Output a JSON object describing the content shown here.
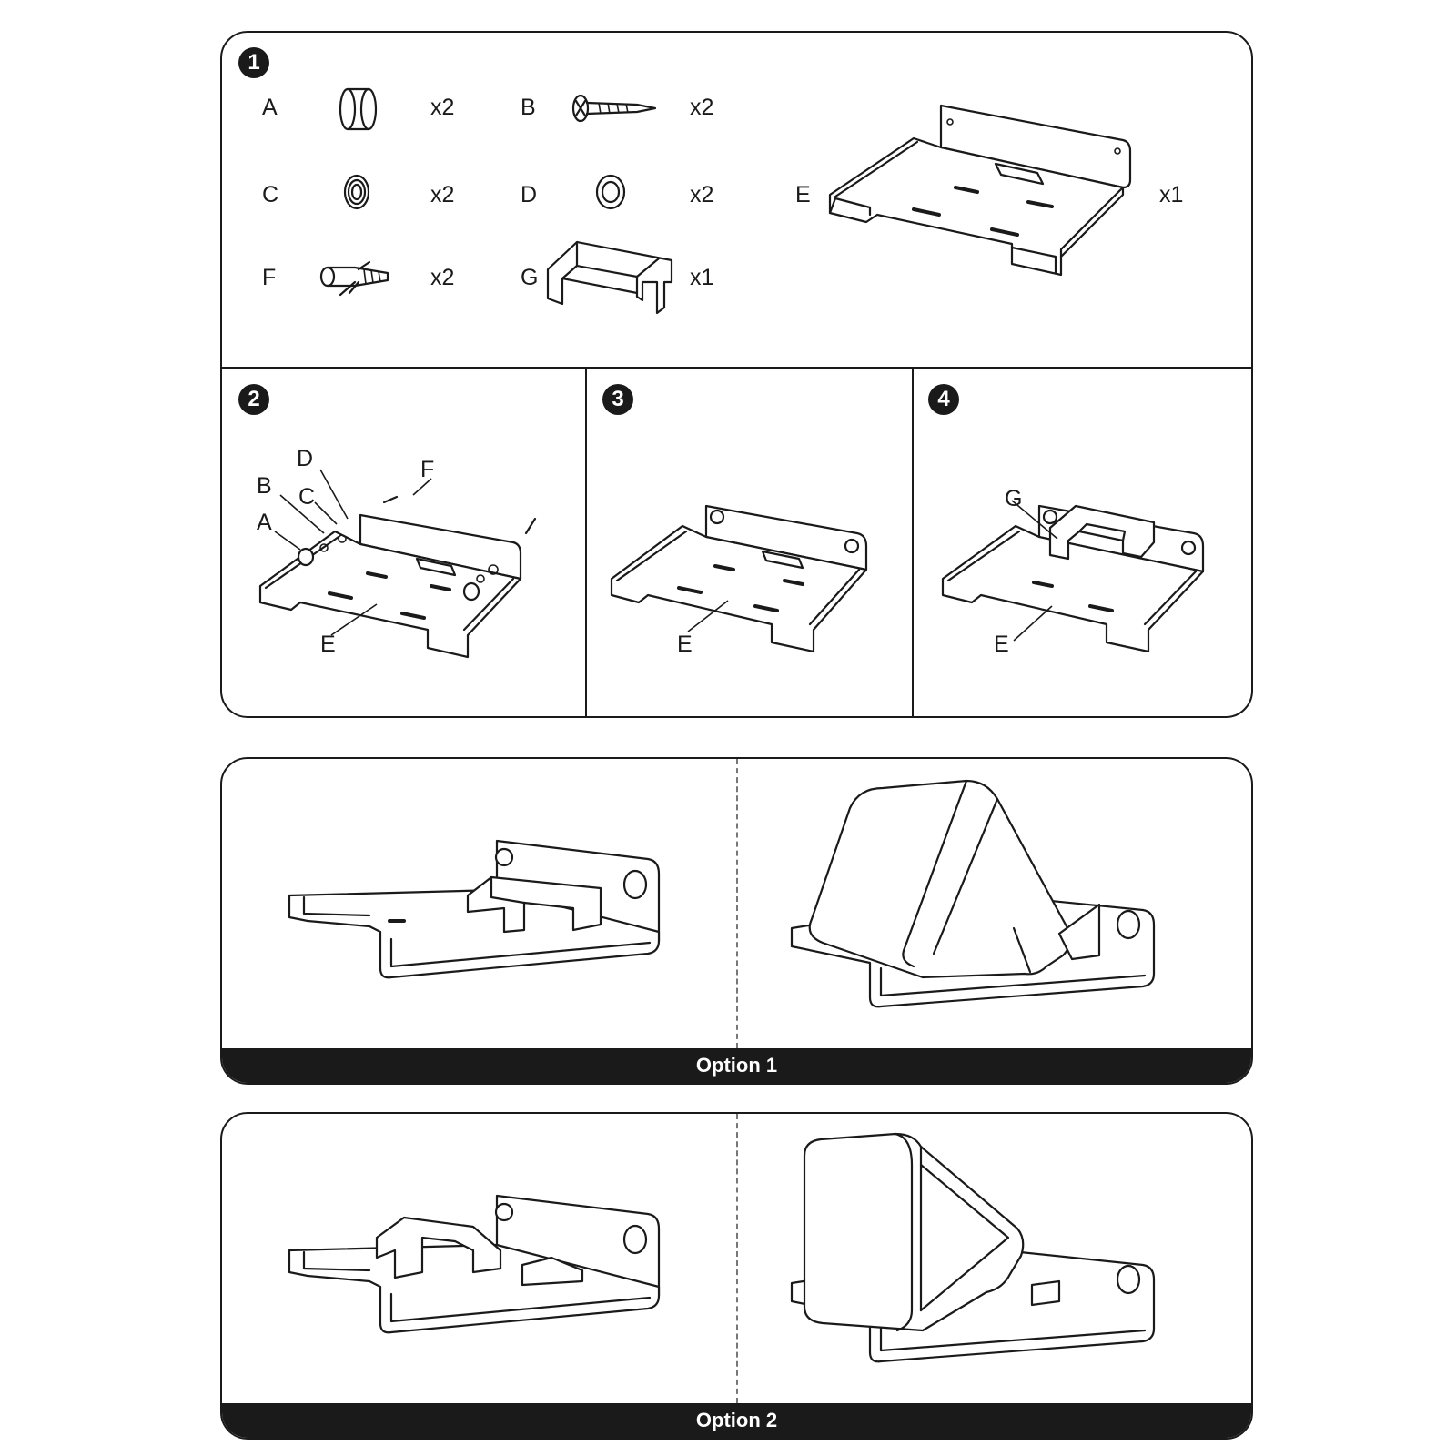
{
  "steps": [
    "1",
    "2",
    "3",
    "4"
  ],
  "parts": [
    {
      "letter": "A",
      "qty": "x2",
      "icon": "rubber-cap-icon"
    },
    {
      "letter": "B",
      "qty": "x2",
      "icon": "screw-icon"
    },
    {
      "letter": "C",
      "qty": "x2",
      "icon": "spring-washer-icon"
    },
    {
      "letter": "D",
      "qty": "x2",
      "icon": "flat-washer-icon"
    },
    {
      "letter": "E",
      "qty": "x1",
      "icon": "bracket-tray-icon"
    },
    {
      "letter": "F",
      "qty": "x2",
      "icon": "wall-anchor-icon"
    },
    {
      "letter": "G",
      "qty": "x1",
      "icon": "clip-holder-icon"
    }
  ],
  "step2_labels": [
    "D",
    "F",
    "B",
    "C",
    "A",
    "E"
  ],
  "step3_labels": [
    "E"
  ],
  "step4_labels": [
    "G",
    "E"
  ],
  "options": [
    {
      "label": "Option 1"
    },
    {
      "label": "Option 2"
    }
  ]
}
